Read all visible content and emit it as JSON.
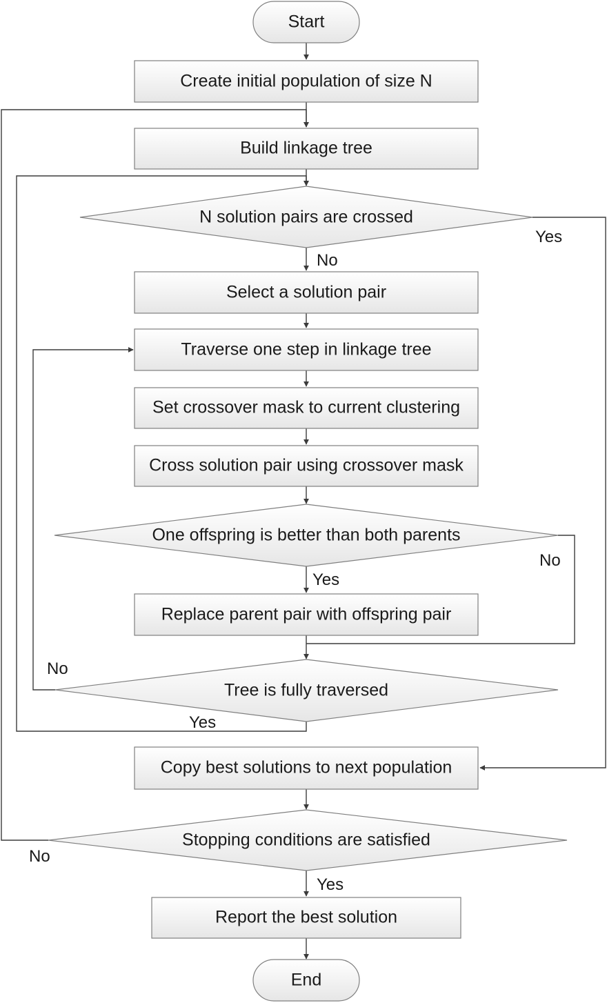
{
  "nodes": {
    "start": "Start",
    "create_population": "Create initial population of size N",
    "build_tree": "Build linkage tree",
    "pairs_crossed": "N solution pairs are crossed",
    "select_pair": "Select a solution pair",
    "traverse_step": "Traverse one step in linkage tree",
    "set_mask": "Set crossover mask to current clustering",
    "cross_pair": "Cross solution pair using crossover mask",
    "offspring_better": "One offspring is better than both parents",
    "replace_parents": "Replace parent pair with offspring pair",
    "tree_traversed": "Tree is fully traversed",
    "copy_best": "Copy best solutions to next population",
    "stopping": "Stopping conditions are satisfied",
    "report_best": "Report the best solution",
    "end": "End"
  },
  "branches": {
    "pairs_crossed_yes": "Yes",
    "pairs_crossed_no": "No",
    "offspring_better_yes": "Yes",
    "offspring_better_no": "No",
    "tree_traversed_no": "No",
    "tree_traversed_yes": "Yes",
    "stopping_no": "No",
    "stopping_yes": "Yes"
  }
}
